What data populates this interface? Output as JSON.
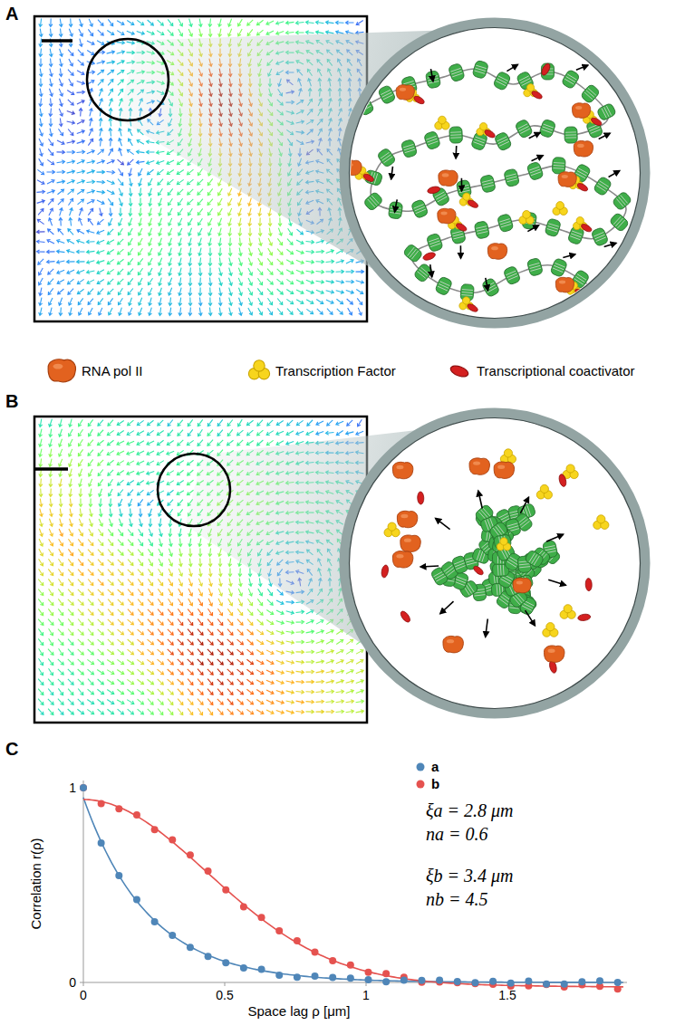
{
  "diagram": {
    "labels": [
      "A",
      "B",
      "C",
      "Correlation r(ρ)",
      "1",
      "0",
      "0",
      "0.5",
      "1",
      "1.5",
      "Space lag ρ [μm]",
      "ξa = 2.8 μm",
      "na = 0.6",
      "ξb = 3.4 μm",
      "nb = 4.5"
    ],
    "legend": [
      {
        "text": "RNA pol II"
      },
      {
        "text": "Transcription Factor"
      },
      {
        "text": "Transcriptional coactivator"
      },
      {
        "text": "a",
        "color": "#4f86b8"
      },
      {
        "text": "b",
        "color": "#e5524f"
      }
    ]
  }
}
